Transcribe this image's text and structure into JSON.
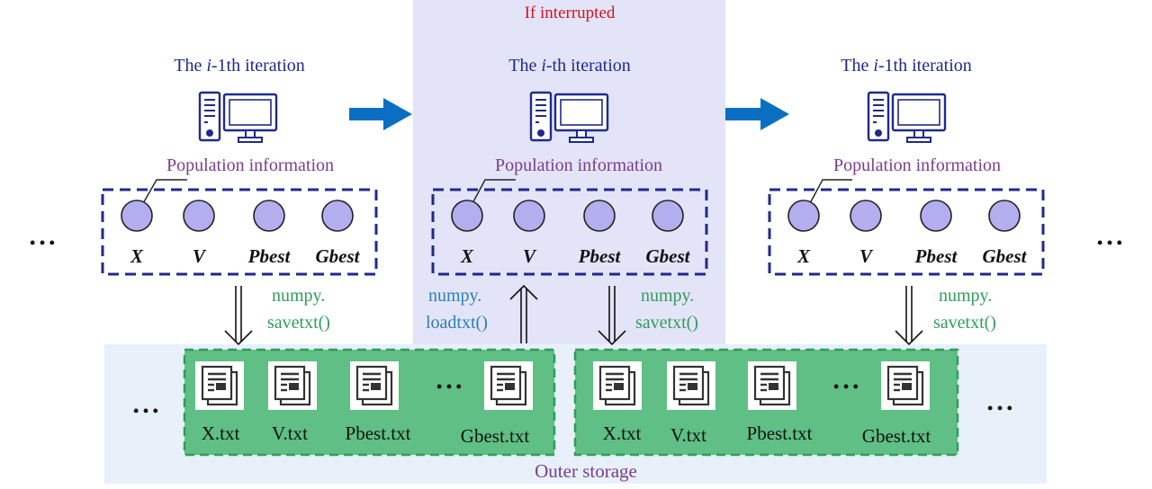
{
  "interrupt_label": "If interrupted",
  "columns": [
    {
      "title_pre": "The ",
      "title_italic": "i",
      "title_post": "-1th iteration",
      "population_label": "Population information",
      "variables": [
        "X",
        "V",
        "Pbest",
        "Gbest"
      ]
    },
    {
      "title_pre": "The ",
      "title_italic": "i",
      "title_post": "-th iteration",
      "population_label": "Population information",
      "variables": [
        "X",
        "V",
        "Pbest",
        "Gbest"
      ]
    },
    {
      "title_pre": "The ",
      "title_italic": "i",
      "title_post": "-1th iteration",
      "population_label": "Population information",
      "variables": [
        "X",
        "V",
        "Pbest",
        "Gbest"
      ]
    }
  ],
  "io_labels": {
    "save_1": [
      "numpy.",
      "savetxt()"
    ],
    "load": [
      "numpy.",
      "loadtxt()"
    ],
    "save_2": [
      "numpy.",
      "savetxt()"
    ],
    "save_3": [
      "numpy.",
      "savetxt()"
    ]
  },
  "storage": {
    "label": "Outer storage",
    "groups": [
      {
        "files": [
          "X.txt",
          "V.txt",
          "Pbest.txt",
          "Gbest.txt"
        ]
      },
      {
        "files": [
          "X.txt",
          "V.txt",
          "Pbest.txt",
          "Gbest.txt"
        ]
      }
    ]
  },
  "ellipsis": "• • •",
  "colors": {
    "highlight_panel": "#e3e4f8",
    "storage_panel": "#e8f0fa",
    "navy": "#1f2a8c",
    "purple_text": "#7a3d8f",
    "node_fill": "#b3aeee",
    "green": "#2e9e5b",
    "green_fill": "#5fbf84",
    "blue_label": "#2c7fb8",
    "arrow_blue": "#0a6fc2",
    "red": "#d0161b"
  },
  "icons": [
    "computer-icon",
    "document-icon",
    "right-arrow-icon",
    "double-arrow-icon"
  ]
}
